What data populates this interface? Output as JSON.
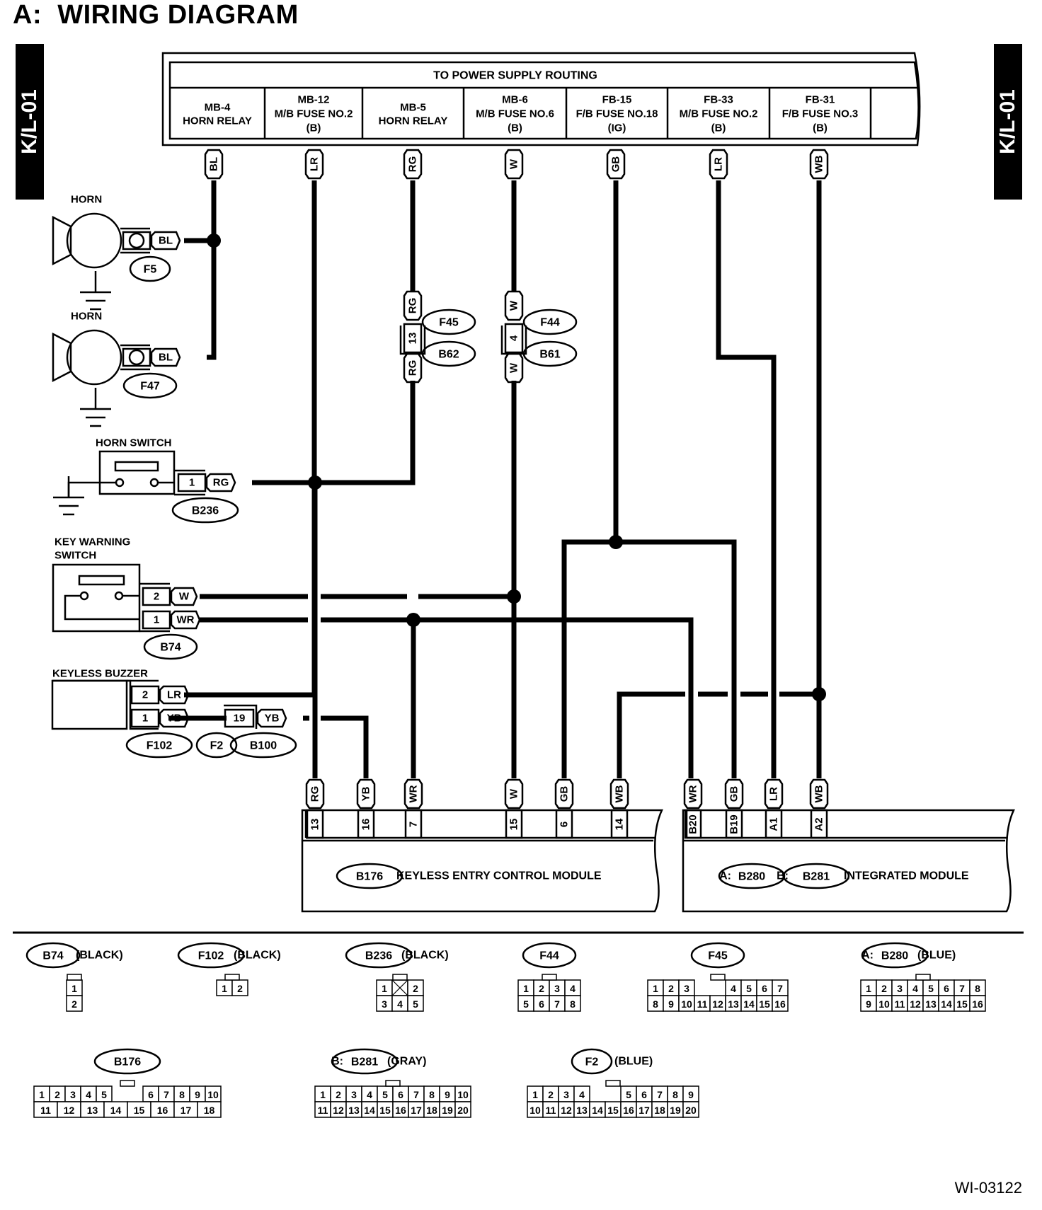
{
  "header": {
    "title": "A:  WIRING DIAGRAM",
    "section_tab": "K/L-01",
    "figure_id": "WI-03122"
  },
  "power_supply": {
    "title": "TO POWER SUPPLY ROUTING",
    "sources": [
      {
        "id": "MB-4",
        "line2": "HORN RELAY",
        "line3": "",
        "wire": "BL"
      },
      {
        "id": "MB-12",
        "line2": "M/B FUSE NO.2",
        "line3": "(B)",
        "wire": "LR"
      },
      {
        "id": "MB-5",
        "line2": "HORN RELAY",
        "line3": "",
        "wire": "RG"
      },
      {
        "id": "MB-6",
        "line2": "M/B FUSE NO.6",
        "line3": "(B)",
        "wire": "W"
      },
      {
        "id": "FB-15",
        "line2": "F/B FUSE NO.18",
        "line3": "(IG)",
        "wire": "GB"
      },
      {
        "id": "FB-33",
        "line2": "M/B FUSE NO.2",
        "line3": "(B)",
        "wire": "LR"
      },
      {
        "id": "FB-31",
        "line2": "F/B FUSE NO.3",
        "line3": "(B)",
        "wire": "WB"
      }
    ]
  },
  "components": {
    "horn1": {
      "label": "HORN",
      "wire": "BL",
      "connector": "F5"
    },
    "horn2": {
      "label": "HORN",
      "wire": "BL",
      "connector": "F47"
    },
    "horn_switch": {
      "label": "HORN SWITCH",
      "pin": "1",
      "wire": "RG",
      "connector": "B236"
    },
    "key_warning_switch": {
      "label1": "KEY WARNING",
      "label2": "SWITCH",
      "pins": [
        {
          "pin": "2",
          "wire": "W"
        },
        {
          "pin": "1",
          "wire": "WR"
        }
      ],
      "connector": "B74"
    },
    "keyless_buzzer": {
      "label": "KEYLESS BUZZER",
      "pins": [
        {
          "pin": "2",
          "wire": "LR"
        },
        {
          "pin": "1",
          "wire": "YB"
        }
      ],
      "connector": "F102"
    },
    "inline_f2_b100": {
      "pin": "19",
      "wire": "YB",
      "connectors": [
        "F2",
        "B100"
      ]
    },
    "inline_f45_b62": {
      "pin": "13",
      "wire_top": "RG",
      "wire_bottom": "RG",
      "connectors": [
        "F45",
        "B62"
      ]
    },
    "inline_f44_b61": {
      "pin": "4",
      "wire_top": "W",
      "wire_bottom": "W",
      "connectors": [
        "F44",
        "B61"
      ]
    }
  },
  "modules": {
    "keyless": {
      "connector": "B176",
      "name": "KEYLESS ENTRY CONTROL MODULE",
      "terminals": [
        {
          "pin": "13",
          "wire": "RG"
        },
        {
          "pin": "16",
          "wire": "YB"
        },
        {
          "pin": "7",
          "wire": "WR"
        },
        {
          "pin": "15",
          "wire": "W"
        },
        {
          "pin": "6",
          "wire": "GB"
        },
        {
          "pin": "14",
          "wire": "WB"
        }
      ]
    },
    "integrated": {
      "prefix_a": "A:",
      "connector_a": "B280",
      "prefix_b": "B:",
      "connector_b": "B281",
      "name": "INTEGRATED MODULE",
      "terminals": [
        {
          "pin": "B20",
          "wire": "WR"
        },
        {
          "pin": "B19",
          "wire": "GB"
        },
        {
          "pin": "A1",
          "wire": "LR"
        },
        {
          "pin": "A2",
          "wire": "WB"
        }
      ]
    }
  },
  "connector_views": [
    {
      "prefix": "",
      "id": "B74",
      "color": "(BLACK)",
      "rows": [
        [
          "1"
        ],
        [
          "2"
        ]
      ]
    },
    {
      "prefix": "",
      "id": "F102",
      "color": "(BLACK)",
      "rows": [
        [
          "1",
          "2"
        ]
      ]
    },
    {
      "prefix": "",
      "id": "B236",
      "color": "(BLACK)",
      "rows": [
        [
          "1",
          "X",
          "2"
        ],
        [
          "3",
          "4",
          "5"
        ]
      ]
    },
    {
      "prefix": "",
      "id": "F44",
      "color": "",
      "rows": [
        [
          "1",
          "2",
          "3",
          "4"
        ],
        [
          "5",
          "6",
          "7",
          "8"
        ]
      ]
    },
    {
      "prefix": "",
      "id": "F45",
      "color": "",
      "rows": [
        [
          "1",
          "2",
          "3",
          "",
          "",
          "4",
          "5",
          "6",
          "7"
        ],
        [
          "8",
          "9",
          "10",
          "11",
          "12",
          "13",
          "14",
          "15",
          "16"
        ]
      ]
    },
    {
      "prefix": "A:",
      "id": "B280",
      "color": "(BLUE)",
      "rows": [
        [
          "1",
          "2",
          "3",
          "4",
          "5",
          "6",
          "7",
          "8"
        ],
        [
          "9",
          "10",
          "11",
          "12",
          "13",
          "14",
          "15",
          "16"
        ]
      ]
    },
    {
      "prefix": "",
      "id": "B176",
      "color": "",
      "rows": [
        [
          "1",
          "2",
          "3",
          "4",
          "5",
          "",
          "",
          "6",
          "7",
          "8",
          "9",
          "10"
        ],
        [
          "11",
          "12",
          "13",
          "14",
          "15",
          "16",
          "17",
          "18"
        ]
      ]
    },
    {
      "prefix": "B:",
      "id": "B281",
      "color": "(GRAY)",
      "rows": [
        [
          "1",
          "2",
          "3",
          "4",
          "5",
          "6",
          "7",
          "8",
          "9",
          "10"
        ],
        [
          "11",
          "12",
          "13",
          "14",
          "15",
          "16",
          "17",
          "18",
          "19",
          "20"
        ]
      ]
    },
    {
      "prefix": "",
      "id": "F2",
      "color": "(BLUE)",
      "rows": [
        [
          "1",
          "2",
          "3",
          "4",
          "",
          "",
          "5",
          "6",
          "7",
          "8",
          "9"
        ],
        [
          "10",
          "11",
          "12",
          "13",
          "14",
          "15",
          "16",
          "17",
          "18",
          "19",
          "20"
        ]
      ]
    }
  ]
}
